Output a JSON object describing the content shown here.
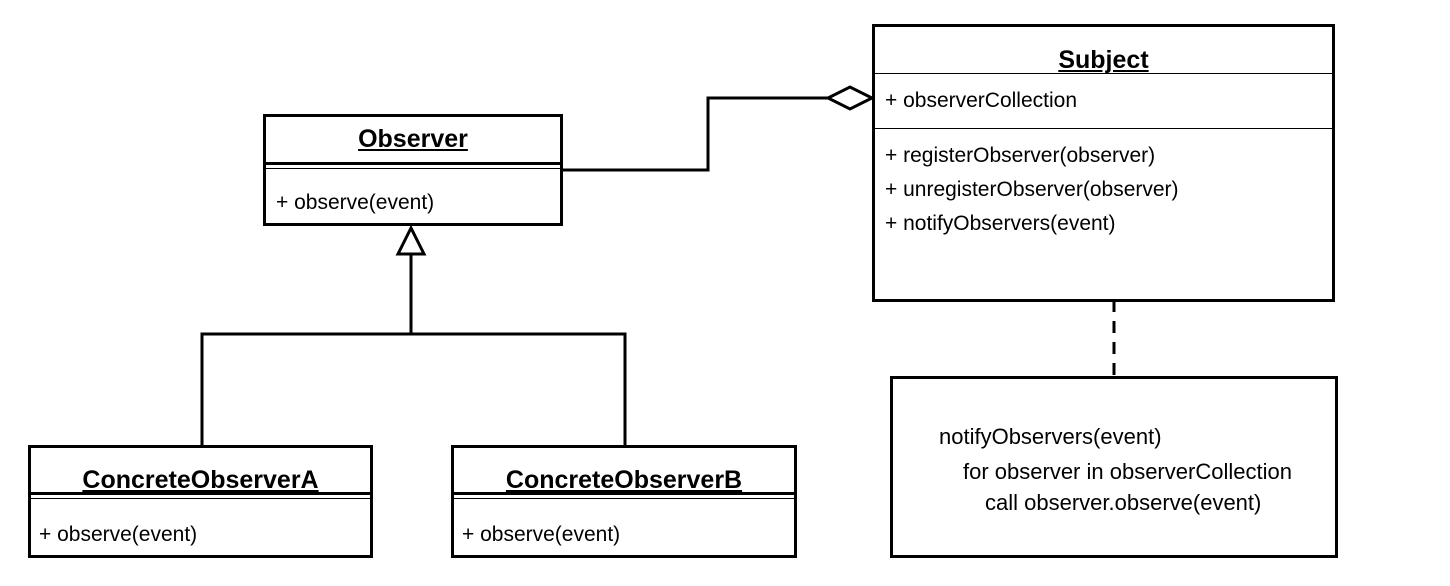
{
  "observer": {
    "title": "Observer",
    "methods": [
      "+ observe(event)"
    ]
  },
  "subject": {
    "title": "Subject",
    "attributes": [
      "+ observerCollection"
    ],
    "methods": [
      "+ registerObserver(observer)",
      "+ unregisterObserver(observer)",
      "+ notifyObservers(event)"
    ]
  },
  "concrete_a": {
    "title": "ConcreteObserverA",
    "methods": [
      "+ observe(event)"
    ]
  },
  "concrete_b": {
    "title": "ConcreteObserverB",
    "methods": [
      "+ observe(event)"
    ]
  },
  "note": {
    "lines": [
      "notifyObservers(event)",
      "for observer in observerCollection",
      "call observer.observe(event)"
    ]
  }
}
